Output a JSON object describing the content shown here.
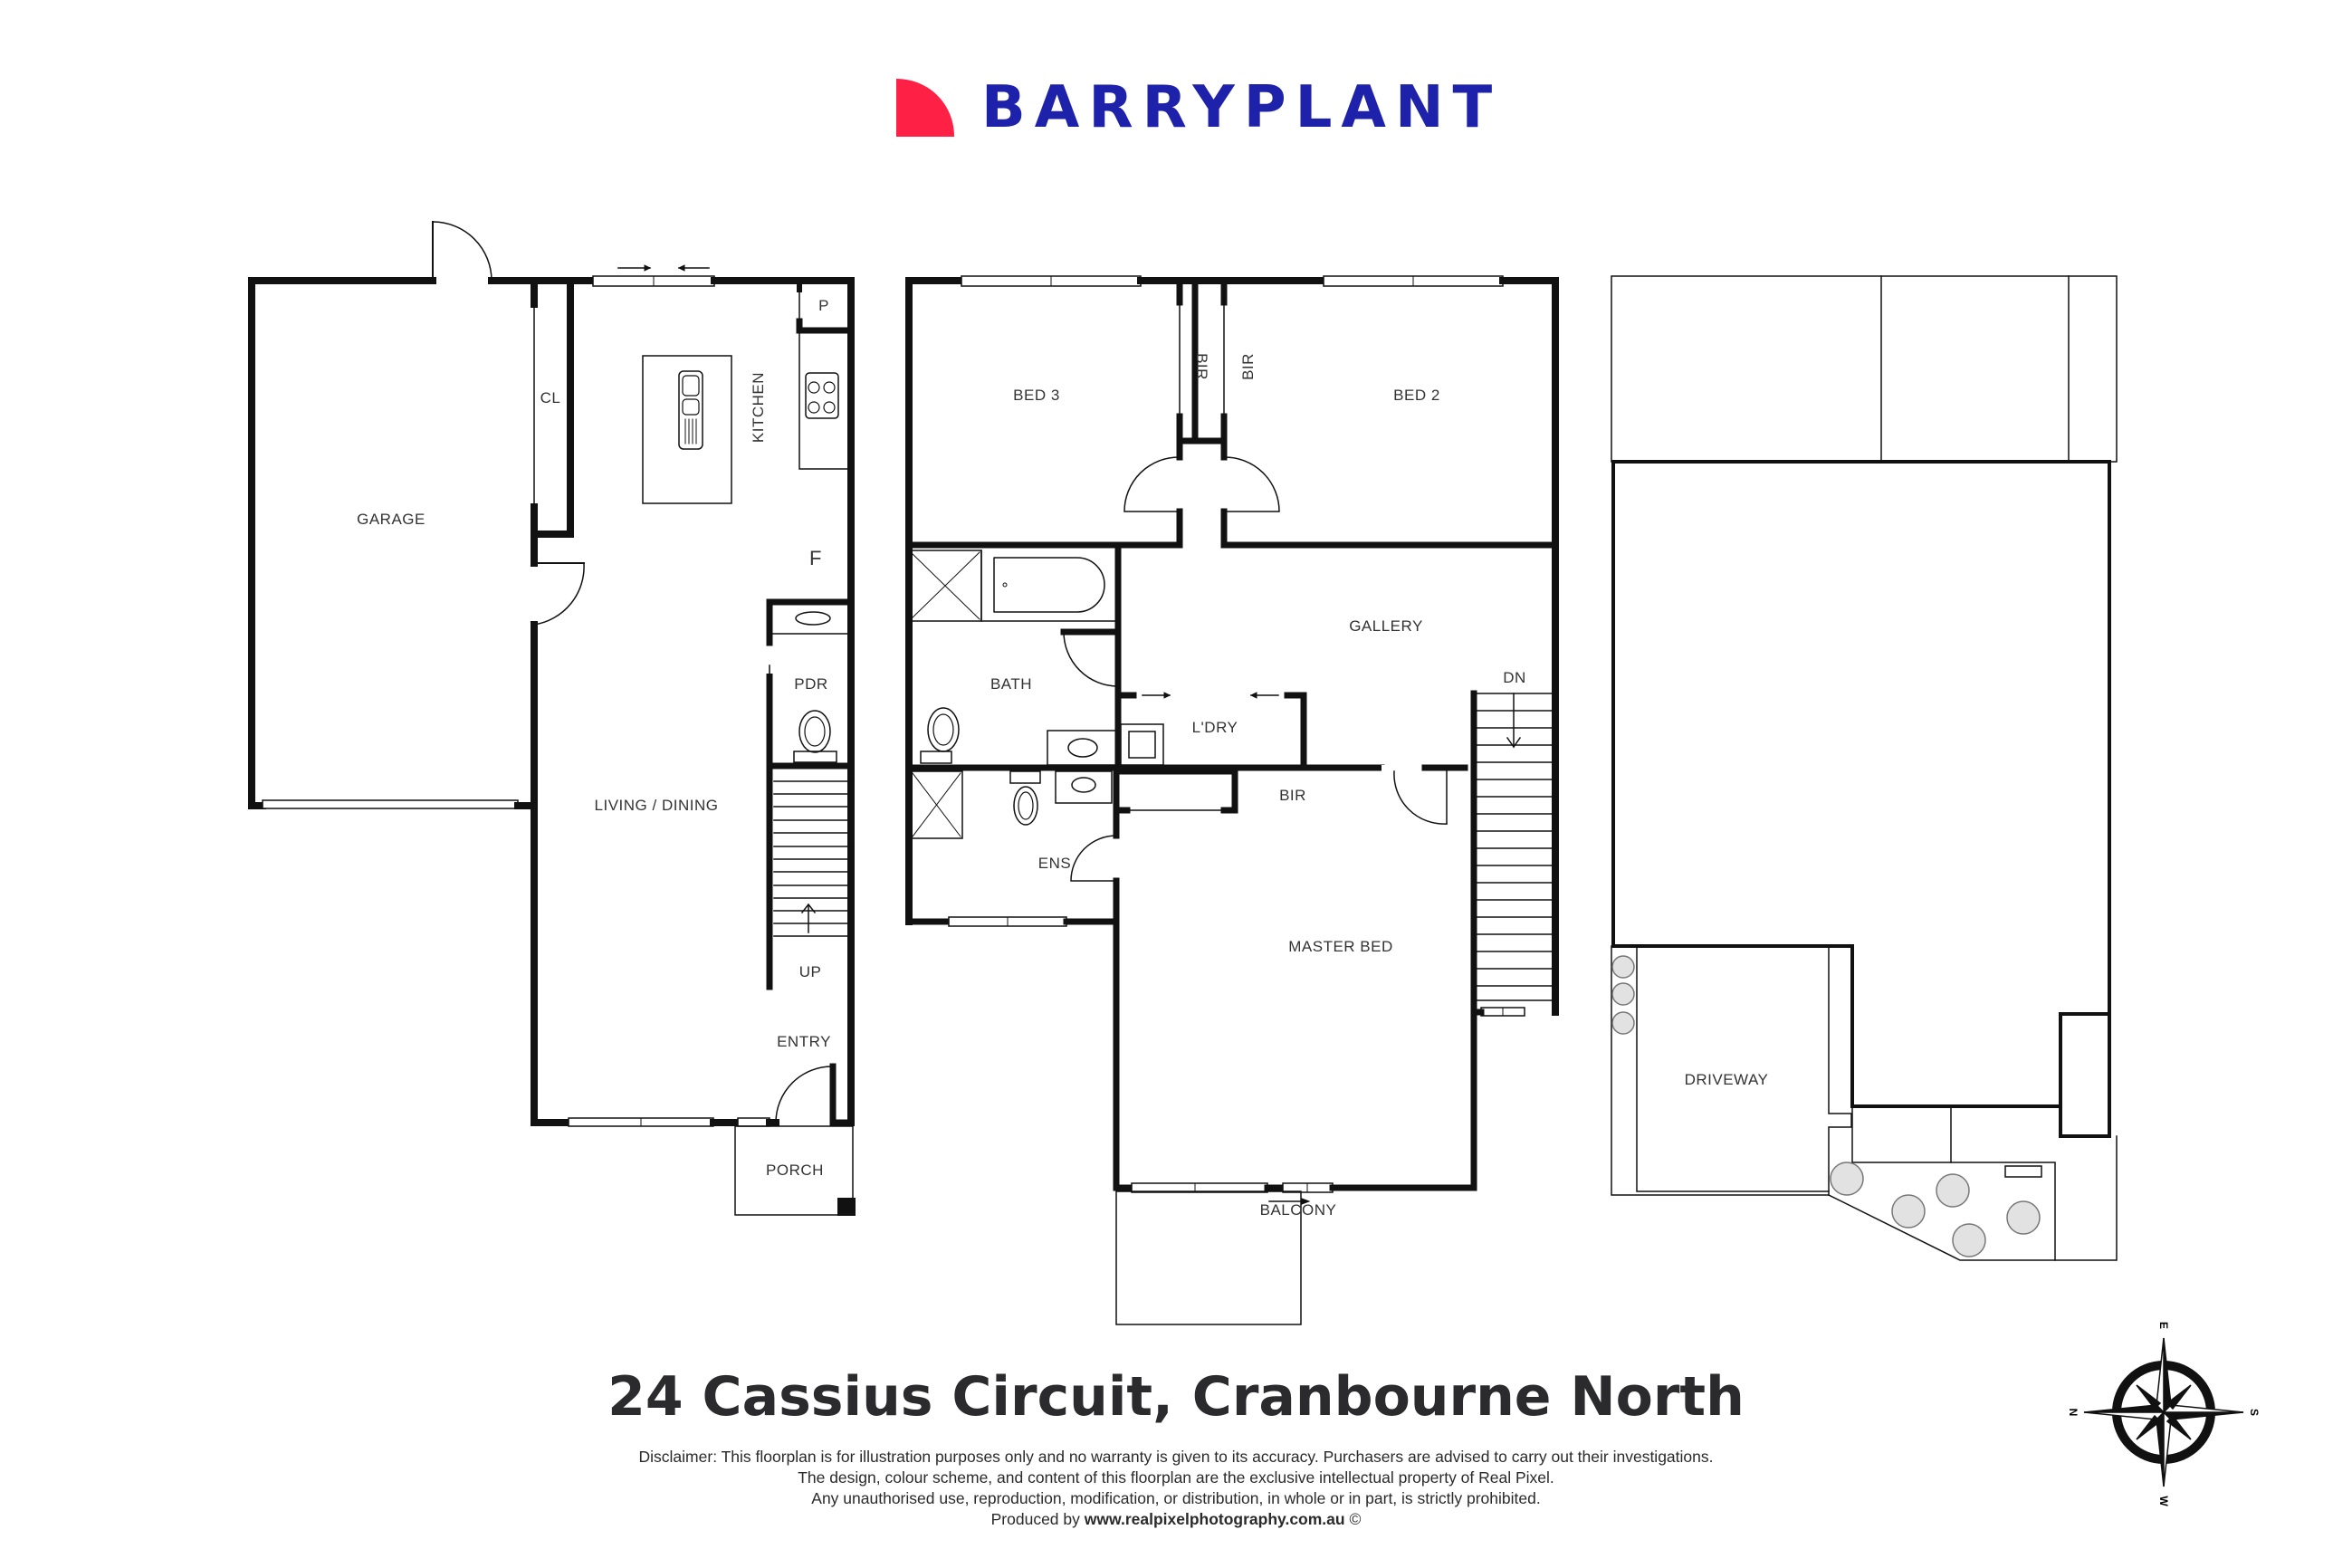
{
  "brand": {
    "name": "BARRYPLANT",
    "text_color": "#1e22aa",
    "mark_color": "#ff2145"
  },
  "property": {
    "address": "24 Cassius Circuit, Cranbourne North"
  },
  "ground_floor": {
    "rooms": {
      "garage": "GARAGE",
      "cl": "CL",
      "kitchen": "KITCHEN",
      "pantry": "P",
      "fridge": "F",
      "pdr": "PDR",
      "living_dining": "LIVING / DINING",
      "stairs_up": "UP",
      "entry": "ENTRY",
      "porch": "PORCH"
    }
  },
  "first_floor": {
    "rooms": {
      "bed3": "BED 3",
      "bir_bed3": "BIR",
      "bir_bed2": "BIR",
      "bed2": "BED 2",
      "bath": "BATH",
      "gallery": "GALLERY",
      "laundry": "L'DRY",
      "stairs_down": "DN",
      "ens": "ENS",
      "bir_master": "BIR",
      "master_bed": "MASTER BED",
      "balcony": "BALCONY"
    }
  },
  "site_plan": {
    "rooms": {
      "driveway": "DRIVEWAY"
    }
  },
  "compass": {
    "top": "E",
    "bottom": "W",
    "left": "N",
    "right": "S"
  },
  "disclaimer": {
    "line1": "Disclaimer: This floorplan is for illustration purposes only and no warranty is given to its accuracy. Purchasers are advised to carry out their investigations.",
    "line2": "The design, colour scheme, and content of this floorplan are the exclusive intellectual property of Real Pixel.",
    "line3": "Any unauthorised use, reproduction, modification, or distribution, in whole or in part, is strictly prohibited.",
    "produced_by_label": "Produced by",
    "produced_by_url": "www.realpixelphotography.com.au",
    "copyright_symbol": "©"
  }
}
